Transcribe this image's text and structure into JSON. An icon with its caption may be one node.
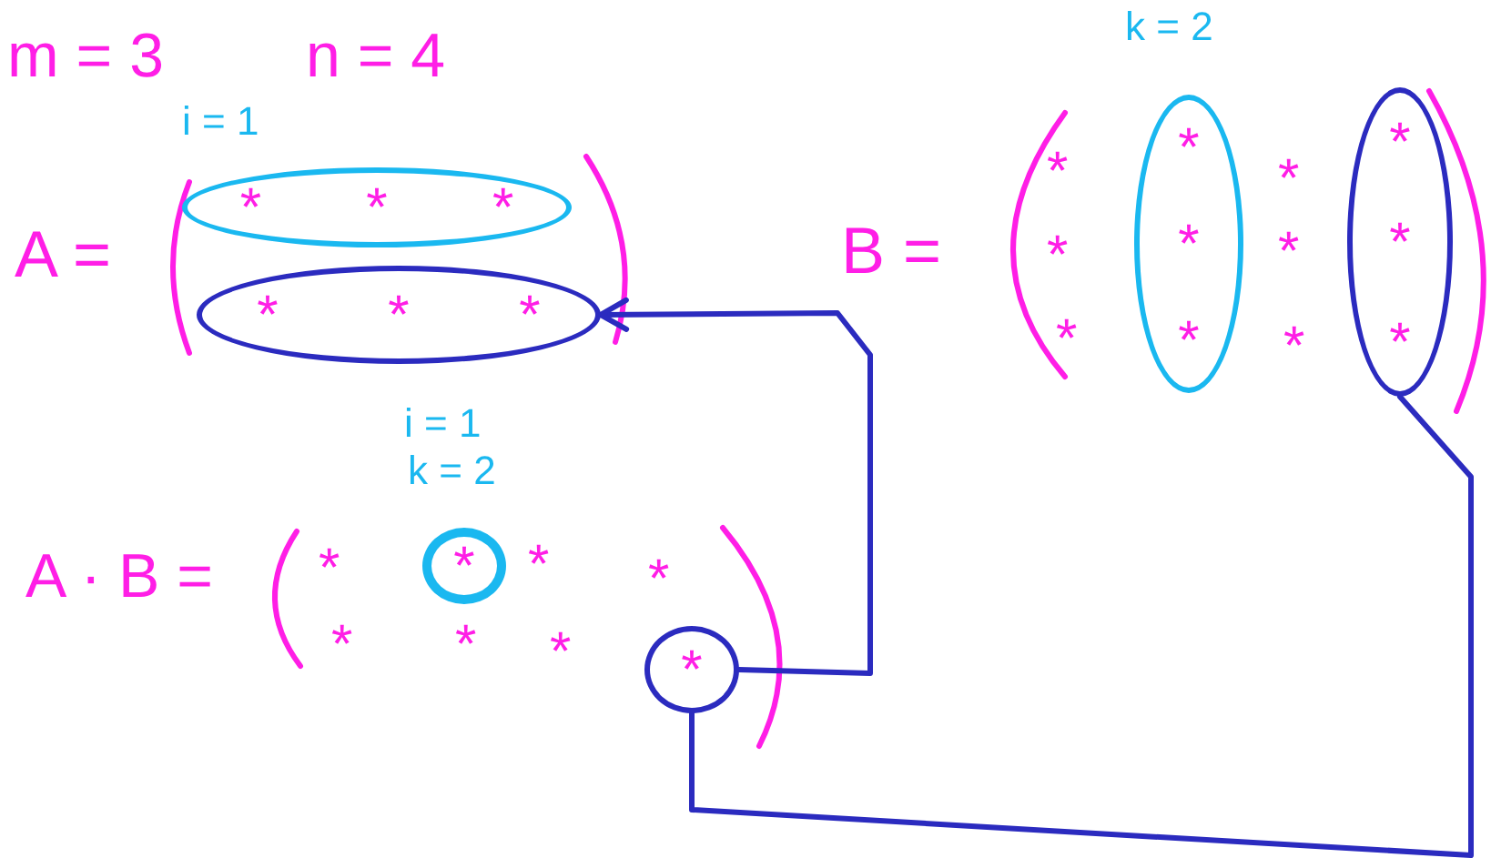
{
  "diagram": {
    "nodes": [
      {
        "text": [
          "*",
          "*",
          "*"
        ]
      },
      {
        "text": [
          "*",
          "*",
          "*"
        ]
      },
      {
        "text": [
          "*",
          "*",
          "*"
        ]
      },
      {
        "text": [
          "*",
          "*",
          "*"
        ]
      },
      {
        "text": [
          "*"
        ]
      },
      {
        "text": [
          "*"
        ]
      }
    ],
    "edges": [
      {
        "from": 5,
        "to": 1,
        "arrow": "to"
      },
      {
        "from": 5,
        "to": 3,
        "arrow": "none"
      }
    ],
    "labels": [
      "m = 3",
      "n = 4",
      "k = 2",
      "i = 1",
      "A =",
      "B =",
      "*",
      "*",
      "*",
      "*",
      "*",
      "*",
      "i = 1",
      "k = 2",
      "A · B =",
      "*",
      "*",
      "*",
      "*",
      "*",
      "*"
    ]
  }
}
